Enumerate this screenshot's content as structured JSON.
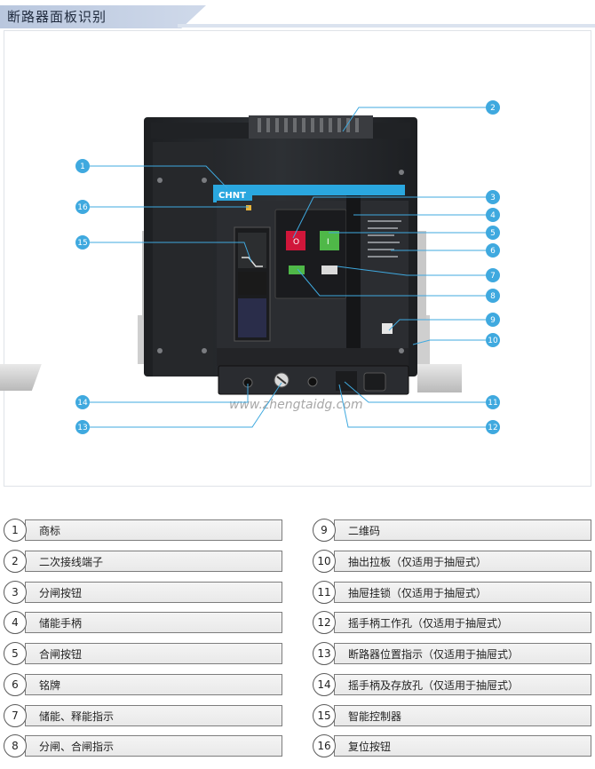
{
  "header": {
    "title": "断路器面板识别"
  },
  "device": {
    "brand_logo": "CHNT",
    "watermark": "www.zhengtaidg.com"
  },
  "callouts": [
    "1",
    "2",
    "3",
    "4",
    "5",
    "6",
    "7",
    "8",
    "9",
    "10",
    "11",
    "12",
    "13",
    "14",
    "15",
    "16"
  ],
  "legend": [
    {
      "num": "1",
      "label": "商标"
    },
    {
      "num": "2",
      "label": "二次接线端子"
    },
    {
      "num": "3",
      "label": "分闸按钮"
    },
    {
      "num": "4",
      "label": "储能手柄"
    },
    {
      "num": "5",
      "label": "合闸按钮"
    },
    {
      "num": "6",
      "label": "铭牌"
    },
    {
      "num": "7",
      "label": "储能、释能指示"
    },
    {
      "num": "8",
      "label": "分闸、合闸指示"
    },
    {
      "num": "9",
      "label": "二维码"
    },
    {
      "num": "10",
      "label": "抽出拉板（仅适用于抽屉式）"
    },
    {
      "num": "11",
      "label": "抽屉挂锁（仅适用于抽屉式）"
    },
    {
      "num": "12",
      "label": "摇手柄工作孔（仅适用于抽屉式）"
    },
    {
      "num": "13",
      "label": "断路器位置指示（仅适用于抽屉式）"
    },
    {
      "num": "14",
      "label": "摇手柄及存放孔（仅适用于抽屉式）"
    },
    {
      "num": "15",
      "label": "智能控制器"
    },
    {
      "num": "16",
      "label": "复位按钮"
    }
  ],
  "colors": {
    "callout": "#3fa9df",
    "body": "#2a2c30",
    "accent_bar": "#2aa7df",
    "open_button": "#d0163a",
    "close_button": "#4fb848"
  }
}
